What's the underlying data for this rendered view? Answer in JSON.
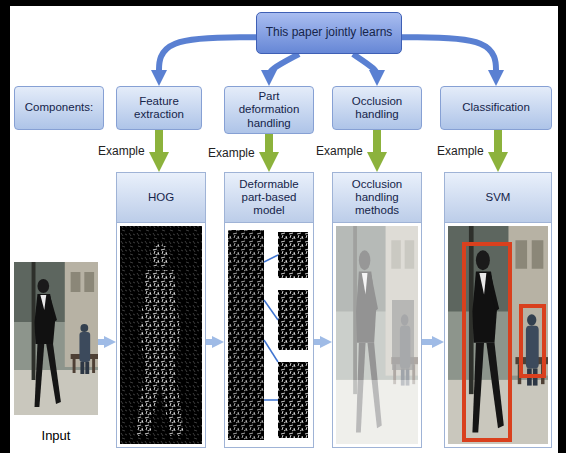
{
  "diagram": {
    "nodes": [
      {
        "text": [
          "This paper jointly learns"
        ]
      },
      {
        "text": [
          "Components:"
        ]
      },
      {
        "text": [
          "Feature extraction"
        ]
      },
      {
        "text": [
          "Part deformation handling"
        ]
      },
      {
        "text": [
          "Occlusion handling"
        ]
      },
      {
        "text": [
          "Classification"
        ]
      },
      {
        "text": [
          "HOG"
        ]
      },
      {
        "text": [
          "Deformable part-based model"
        ]
      },
      {
        "text": [
          "Occlusion handling methods"
        ]
      },
      {
        "text": [
          "SVM"
        ]
      },
      {
        "text": [
          "Input"
        ]
      }
    ],
    "edges": [
      {
        "from": 0,
        "to": 2,
        "arrow": "to"
      },
      {
        "from": 0,
        "to": 3,
        "arrow": "to"
      },
      {
        "from": 0,
        "to": 4,
        "arrow": "to"
      },
      {
        "from": 0,
        "to": 5,
        "arrow": "to"
      },
      {
        "from": 2,
        "to": 6,
        "label": "Example",
        "arrow": "to"
      },
      {
        "from": 3,
        "to": 7,
        "label": "Example",
        "arrow": "to"
      },
      {
        "from": 4,
        "to": 8,
        "label": "Example",
        "arrow": "to"
      },
      {
        "from": 5,
        "to": 9,
        "label": "Example",
        "arrow": "to"
      },
      {
        "from": 10,
        "to": 6,
        "arrow": "to"
      },
      {
        "from": 6,
        "to": 7,
        "arrow": "to"
      },
      {
        "from": 7,
        "to": 8,
        "arrow": "to"
      },
      {
        "from": 8,
        "to": 9,
        "arrow": "to"
      }
    ]
  }
}
